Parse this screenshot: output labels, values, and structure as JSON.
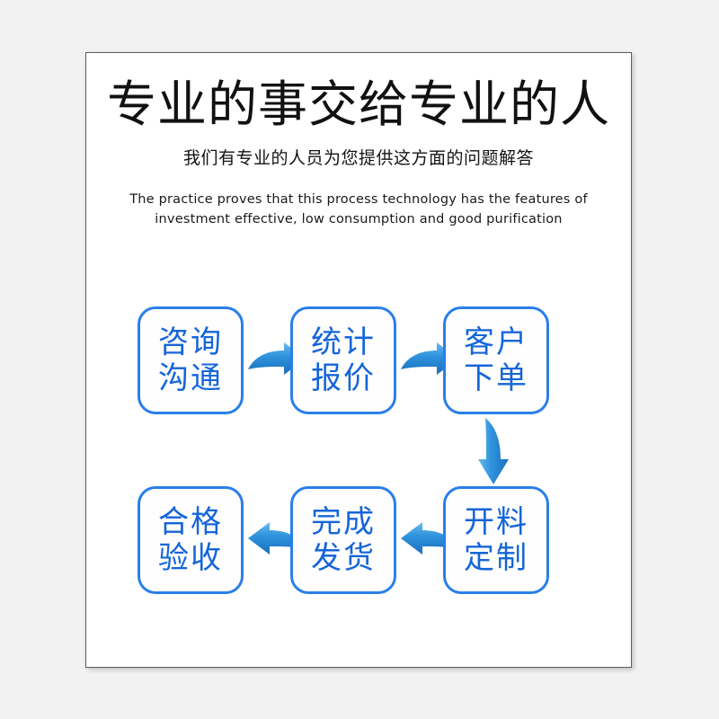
{
  "page": {
    "background_color": "#f2f2f2",
    "card_background": "#ffffff"
  },
  "headline": {
    "main_title": "专业的事交给专业的人",
    "sub_title": "我们有专业的人员为您提供这方面的问题解答",
    "english_caption": "The practice proves that this process technology has the features of investment effective, low consumption and good purification"
  },
  "theme": {
    "node_border_color": "#2a7fe8",
    "node_text_color": "#1565d8",
    "arrow_light": "#5fb2e8",
    "arrow_mid": "#2a8fd8",
    "arrow_dark": "#1a6fbd",
    "title_color": "#111111"
  },
  "flow": {
    "nodes": [
      {
        "id": "consult",
        "line1": "咨询",
        "line2": "沟通"
      },
      {
        "id": "quote",
        "line1": "统计",
        "line2": "报价"
      },
      {
        "id": "order",
        "line1": "客户",
        "line2": "下单"
      },
      {
        "id": "cutting",
        "line1": "开料",
        "line2": "定制"
      },
      {
        "id": "shipping",
        "line1": "完成",
        "line2": "发货"
      },
      {
        "id": "accept",
        "line1": "合格",
        "line2": "验收"
      }
    ],
    "arrows": [
      {
        "id": "consult-quote",
        "direction": "right"
      },
      {
        "id": "quote-order",
        "direction": "right"
      },
      {
        "id": "order-cutting",
        "direction": "down"
      },
      {
        "id": "cutting-ship",
        "direction": "left"
      },
      {
        "id": "ship-accept",
        "direction": "left"
      }
    ]
  }
}
